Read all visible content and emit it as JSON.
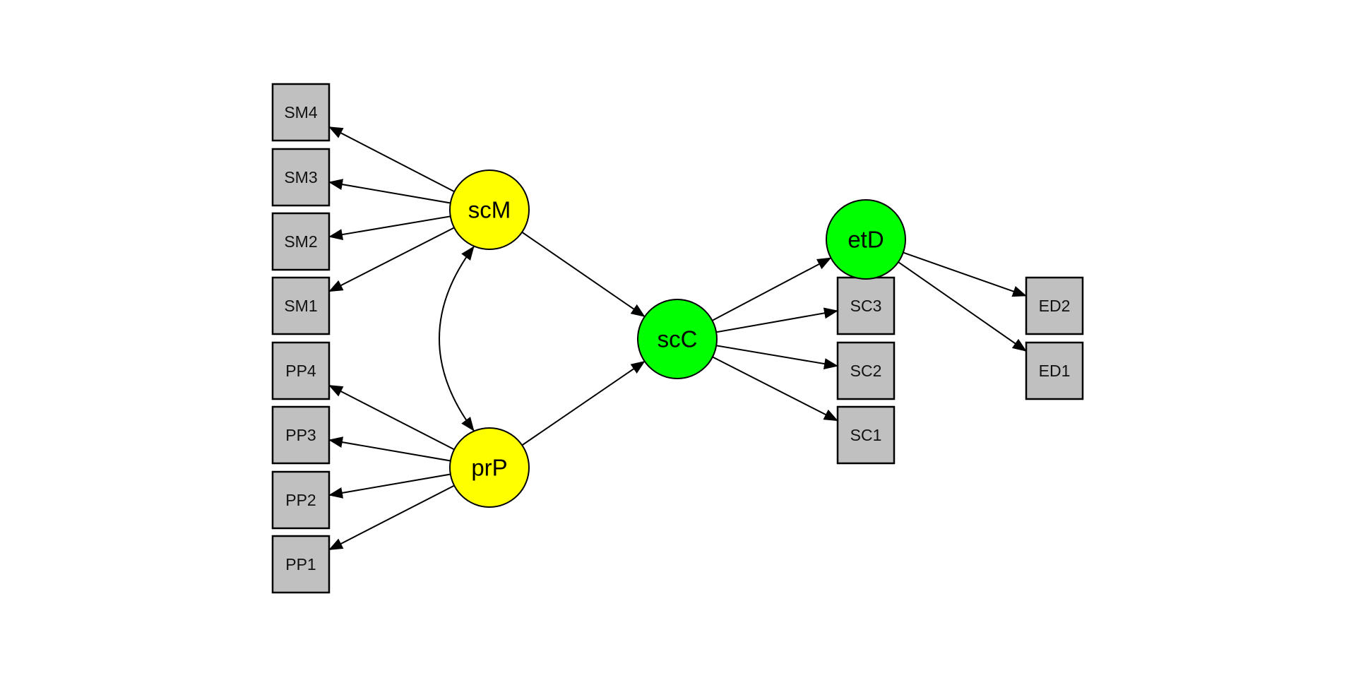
{
  "diagram": {
    "type": "SEM path diagram",
    "colors": {
      "exogenous_latent": "#ffff00",
      "endogenous_latent": "#00ff00",
      "manifest": "#c0c0c0",
      "stroke": "#000000",
      "background": "#ffffff"
    },
    "latent_nodes": [
      {
        "id": "scM",
        "label": "scM",
        "kind": "exogenous"
      },
      {
        "id": "prP",
        "label": "prP",
        "kind": "exogenous"
      },
      {
        "id": "scC",
        "label": "scC",
        "kind": "endogenous"
      },
      {
        "id": "etD",
        "label": "etD",
        "kind": "endogenous"
      }
    ],
    "manifest_nodes": [
      {
        "id": "SM4",
        "label": "SM4"
      },
      {
        "id": "SM3",
        "label": "SM3"
      },
      {
        "id": "SM2",
        "label": "SM2"
      },
      {
        "id": "SM1",
        "label": "SM1"
      },
      {
        "id": "PP4",
        "label": "PP4"
      },
      {
        "id": "PP3",
        "label": "PP3"
      },
      {
        "id": "PP2",
        "label": "PP2"
      },
      {
        "id": "PP1",
        "label": "PP1"
      },
      {
        "id": "SC3",
        "label": "SC3"
      },
      {
        "id": "SC2",
        "label": "SC2"
      },
      {
        "id": "SC1",
        "label": "SC1"
      },
      {
        "id": "ED2",
        "label": "ED2"
      },
      {
        "id": "ED1",
        "label": "ED1"
      }
    ],
    "edges": [
      {
        "from": "scM",
        "to": "SM4",
        "type": "loading"
      },
      {
        "from": "scM",
        "to": "SM3",
        "type": "loading"
      },
      {
        "from": "scM",
        "to": "SM2",
        "type": "loading"
      },
      {
        "from": "scM",
        "to": "SM1",
        "type": "loading"
      },
      {
        "from": "prP",
        "to": "PP4",
        "type": "loading"
      },
      {
        "from": "prP",
        "to": "PP3",
        "type": "loading"
      },
      {
        "from": "prP",
        "to": "PP2",
        "type": "loading"
      },
      {
        "from": "prP",
        "to": "PP1",
        "type": "loading"
      },
      {
        "from": "scC",
        "to": "SC3",
        "type": "loading"
      },
      {
        "from": "scC",
        "to": "SC2",
        "type": "loading"
      },
      {
        "from": "scC",
        "to": "SC1",
        "type": "loading"
      },
      {
        "from": "etD",
        "to": "ED2",
        "type": "loading"
      },
      {
        "from": "etD",
        "to": "ED1",
        "type": "loading"
      },
      {
        "from": "scM",
        "to": "scC",
        "type": "regression"
      },
      {
        "from": "prP",
        "to": "scC",
        "type": "regression"
      },
      {
        "from": "scC",
        "to": "etD",
        "type": "regression"
      },
      {
        "from": "scM",
        "to": "prP",
        "type": "covariance"
      }
    ]
  }
}
